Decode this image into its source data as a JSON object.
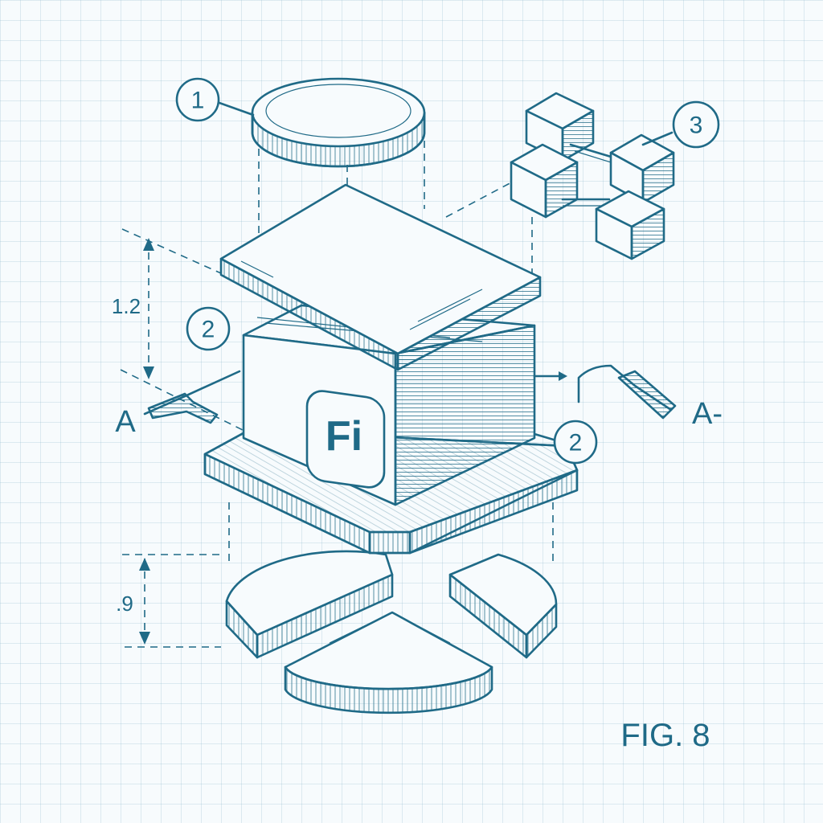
{
  "figure": {
    "label": "FIG. 8"
  },
  "callouts": {
    "c1": "1",
    "c2a": "2",
    "c2b": "2",
    "c3": "3"
  },
  "dimensions": {
    "upper": "1.2",
    "lower": ".9"
  },
  "section": {
    "left": "A",
    "right": "A-"
  },
  "logo": {
    "text": "Fi"
  },
  "colors": {
    "ink": "#1f6a87",
    "paper": "#f7fbfd",
    "grid": "#b5d2e0"
  }
}
